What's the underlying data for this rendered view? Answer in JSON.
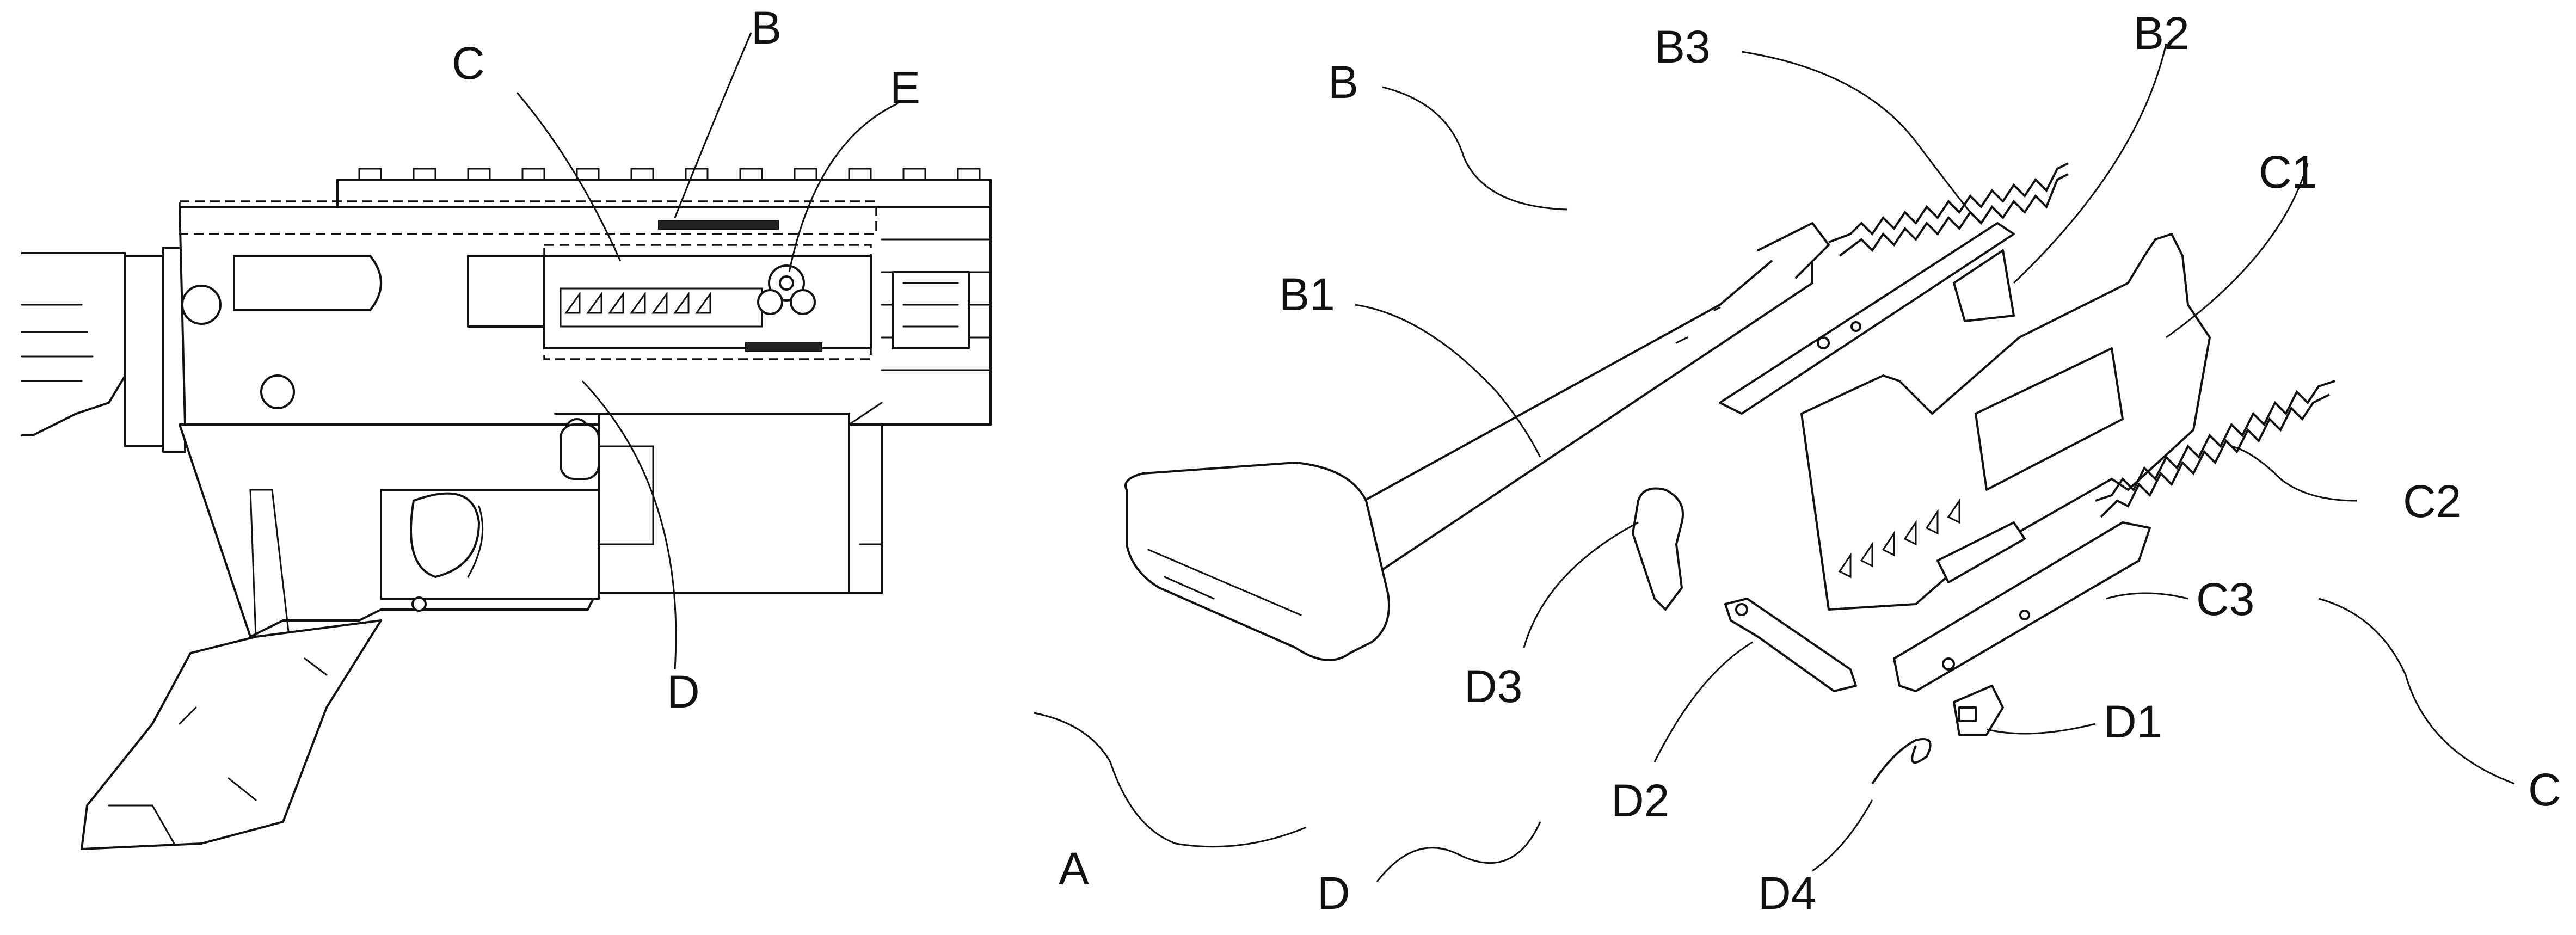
{
  "labels": {
    "assembled_view": {
      "a": "A",
      "b": "B",
      "c": "C",
      "d": "D",
      "e": "E"
    },
    "exploded_view": {
      "b": "B",
      "b1": "B1",
      "b2": "B2",
      "b3": "B3",
      "c": "C",
      "c1": "C1",
      "c2": "C2",
      "c3": "C3",
      "d": "D",
      "d1": "D1",
      "d2": "D2",
      "d3": "D3",
      "d4": "D4"
    }
  }
}
